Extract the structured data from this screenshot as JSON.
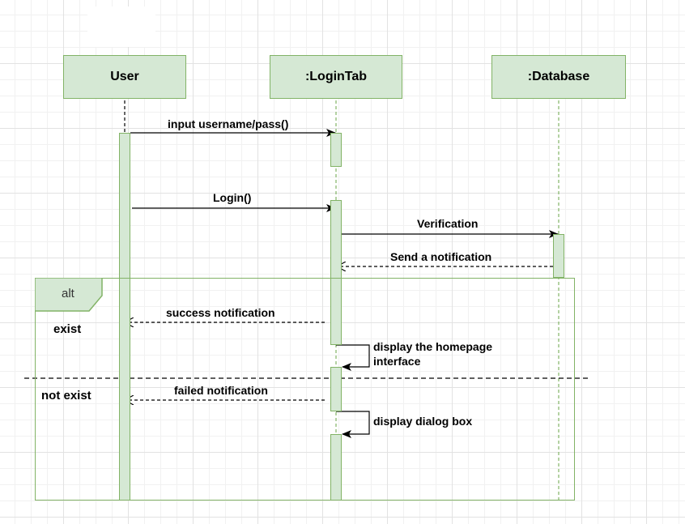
{
  "diagram": {
    "type": "sequence",
    "lifelines": [
      {
        "id": "user",
        "label": "User"
      },
      {
        "id": "logintab",
        "label": ":LoginTab"
      },
      {
        "id": "database",
        "label": ":Database"
      }
    ],
    "messages": [
      {
        "id": "m1",
        "from": "user",
        "to": "logintab",
        "label": "input username/pass()",
        "style": "solid"
      },
      {
        "id": "m2",
        "from": "user",
        "to": "logintab",
        "label": "Login()",
        "style": "solid"
      },
      {
        "id": "m3",
        "from": "logintab",
        "to": "database",
        "label": "Verification",
        "style": "solid"
      },
      {
        "id": "m4",
        "from": "database",
        "to": "logintab",
        "label": "Send a notification",
        "style": "dashed"
      },
      {
        "id": "m5",
        "from": "logintab",
        "to": "user",
        "label": "success notification",
        "style": "dashed"
      },
      {
        "id": "m6",
        "from": "logintab",
        "to": "logintab",
        "label_lines": [
          "display the homepage",
          "interface"
        ],
        "style": "self"
      },
      {
        "id": "m7",
        "from": "logintab",
        "to": "user",
        "label": "failed notification",
        "style": "dashed"
      },
      {
        "id": "m8",
        "from": "logintab",
        "to": "logintab",
        "label": "display dialog box",
        "style": "self"
      }
    ],
    "fragment": {
      "operator": "alt",
      "guards": [
        "exist",
        "not exist"
      ]
    },
    "colors": {
      "fill": "#d5e8d4",
      "stroke": "#82b366",
      "text": "#000000"
    }
  }
}
